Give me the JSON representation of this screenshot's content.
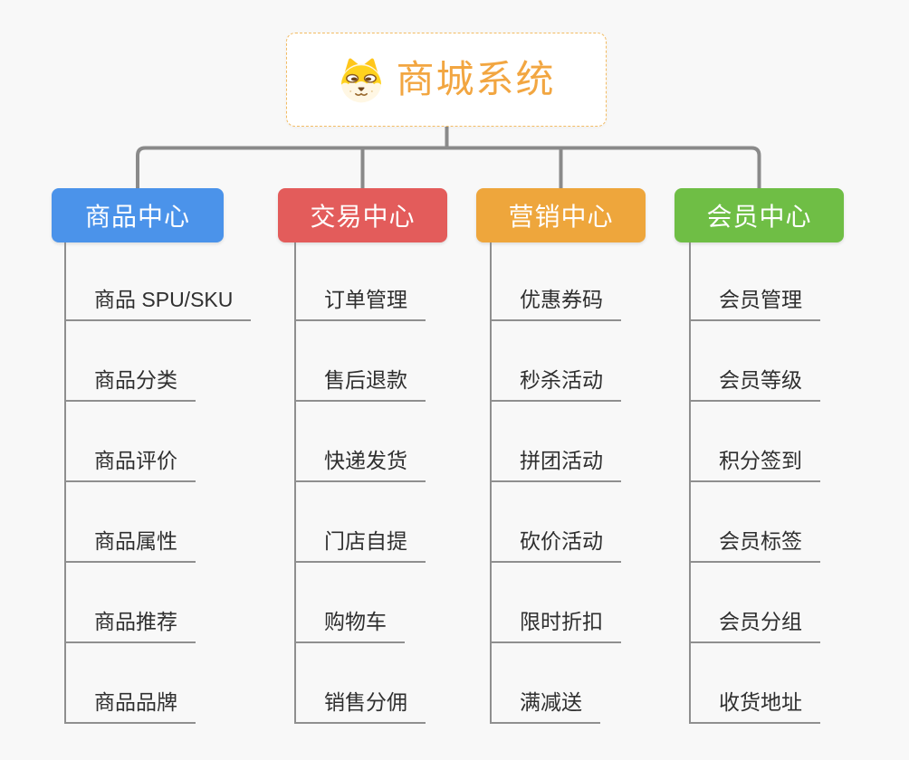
{
  "root": {
    "title": "商城系统",
    "icon": "dog-face-icon"
  },
  "branches": [
    {
      "label": "商品中心",
      "color": "#4B93EA",
      "items": [
        "商品 SPU/SKU",
        "商品分类",
        "商品评价",
        "商品属性",
        "商品推荐",
        "商品品牌"
      ]
    },
    {
      "label": "交易中心",
      "color": "#E35C5B",
      "items": [
        "订单管理",
        "售后退款",
        "快递发货",
        "门店自提",
        "购物车",
        "销售分佣"
      ]
    },
    {
      "label": "营销中心",
      "color": "#EEA63C",
      "items": [
        "优惠券码",
        "秒杀活动",
        "拼团活动",
        "砍价活动",
        "限时折扣",
        "满减送"
      ]
    },
    {
      "label": "会员中心",
      "color": "#6FBE45",
      "items": [
        "会员管理",
        "会员等级",
        "积分签到",
        "会员标签",
        "会员分组",
        "收货地址"
      ]
    }
  ],
  "colors": {
    "background": "#F8F8F8",
    "connector": "#8A8A8A",
    "item_line": "#8F8F8F",
    "item_text": "#2F2F2F",
    "root_title": "#F2A641",
    "root_border": "#F3BC64",
    "branch_text": "#FFFFFF"
  }
}
